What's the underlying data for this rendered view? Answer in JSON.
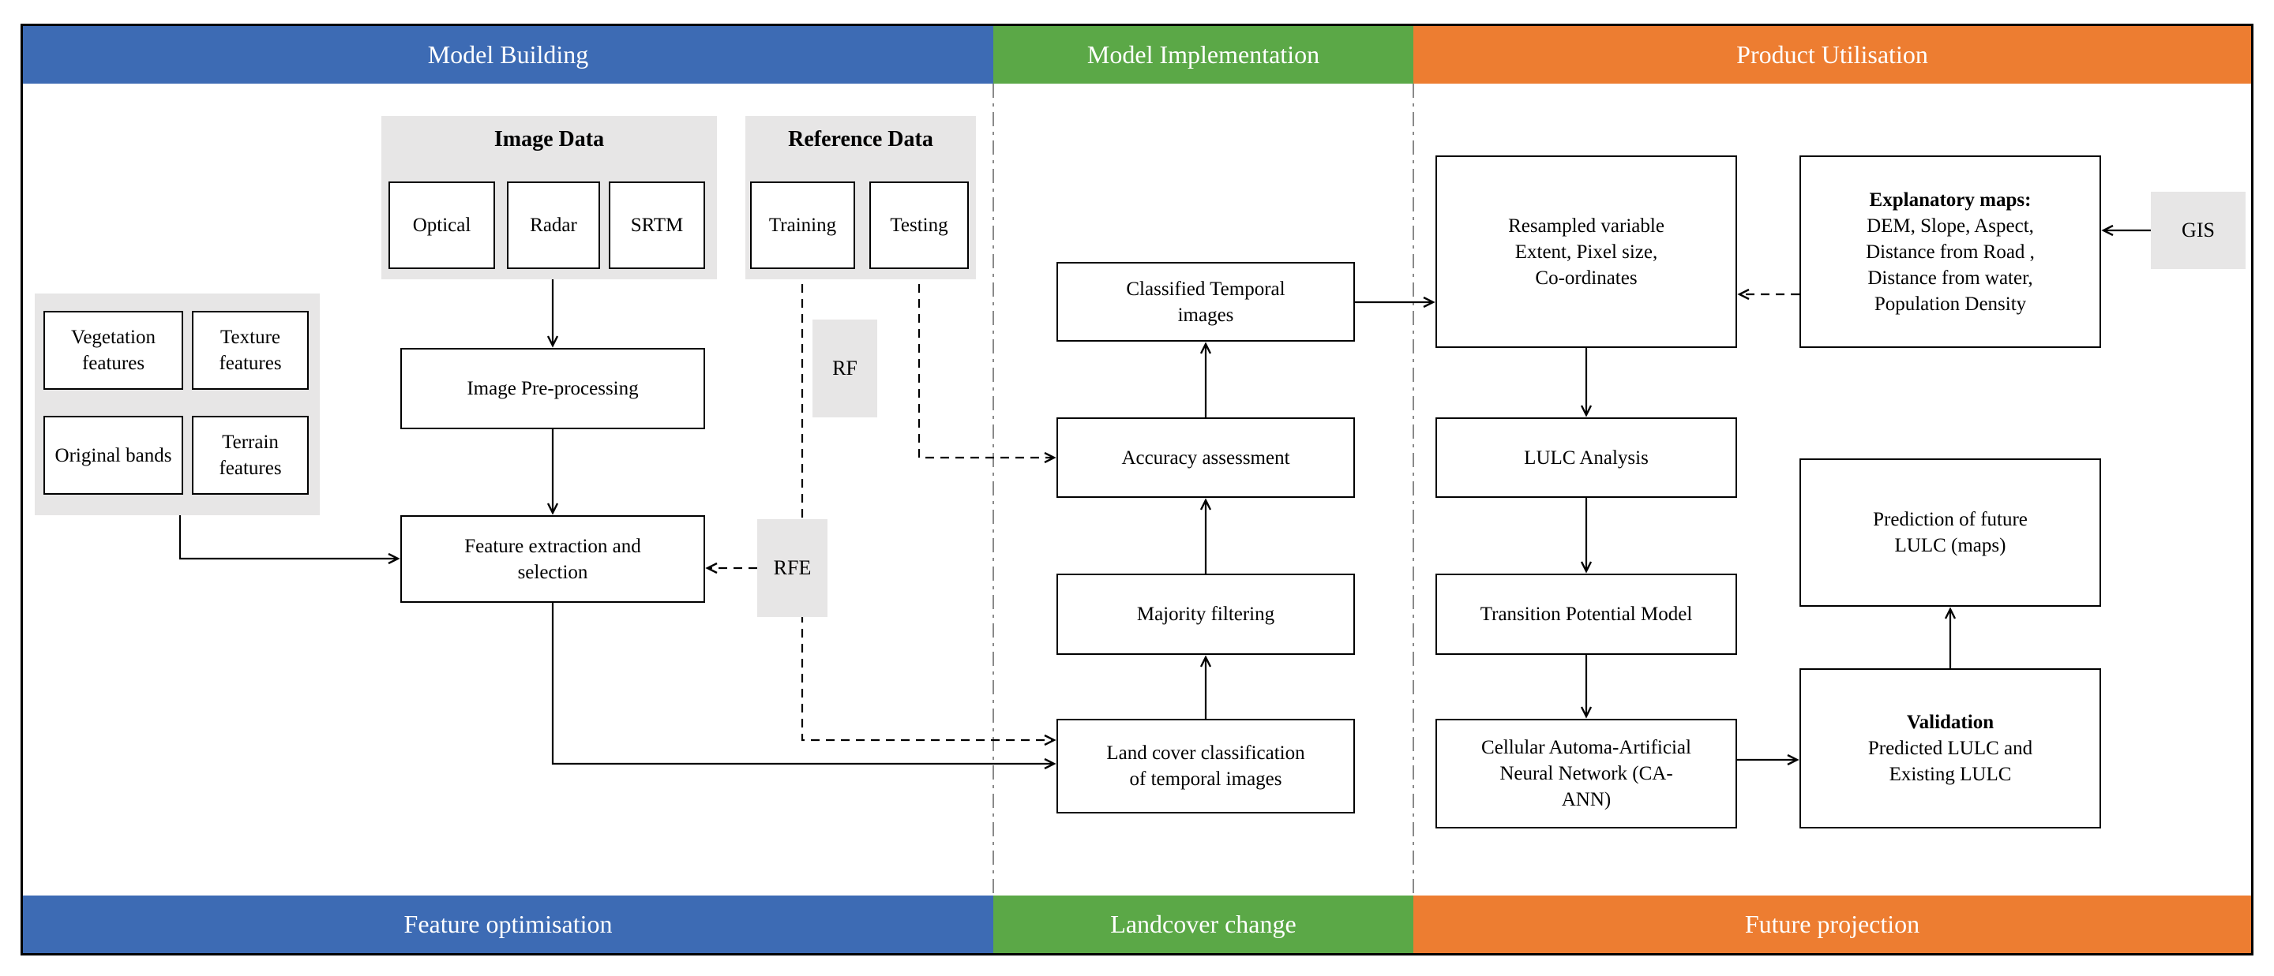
{
  "title_bars": {
    "top": [
      {
        "label": "Model Building",
        "color": "#3D6BB4"
      },
      {
        "label": "Model Implementation",
        "color": "#5BA847"
      },
      {
        "label": "Product Utilisation",
        "color": "#ED7D31"
      }
    ],
    "bottom": [
      {
        "label": "Feature optimisation",
        "color": "#3D6BB4"
      },
      {
        "label": "Landcover change",
        "color": "#5BA847"
      },
      {
        "label": "Future projection",
        "color": "#ED7D31"
      }
    ]
  },
  "colors": {
    "blue": "#3D6BB4",
    "green": "#5BA847",
    "orange": "#ED7D31",
    "group_gray": "#E7E6E6"
  },
  "model_building": {
    "image_data": {
      "title": "Image Data",
      "optical": "Optical",
      "radar": "Radar",
      "srtm": "SRTM"
    },
    "reference_data": {
      "title": "Reference Data",
      "training": "Training",
      "testing": "Testing"
    },
    "features": {
      "vegetation": "Vegetation features",
      "texture": "Texture features",
      "original": "Original bands",
      "terrain": "Terrain features"
    },
    "image_preprocessing": "Image Pre-processing",
    "feature_extraction": [
      "Feature extraction and",
      "selection"
    ],
    "rfe": "RFE",
    "rf": "RF"
  },
  "model_implementation": {
    "classified_temporal": [
      "Classified Temporal",
      "images"
    ],
    "accuracy_assessment": "Accuracy assessment",
    "majority_filtering": "Majority filtering",
    "land_cover_classification": [
      "Land cover classification",
      "of temporal images"
    ]
  },
  "product_utilisation": {
    "resampled_variable": [
      "Resampled variable",
      "Extent, Pixel size,",
      "Co-ordinates"
    ],
    "explanatory_maps": {
      "title": "Explanatory maps:",
      "lines": [
        "DEM, Slope, Aspect,",
        "Distance from Road ,",
        "Distance from water,",
        "Population Density"
      ]
    },
    "gis": "GIS",
    "lulc_analysis": "LULC Analysis",
    "transition_potential_model": "Transition Potential Model",
    "ca_ann": [
      "Cellular Automa-Artificial",
      "Neural Network (CA-",
      "ANN)"
    ],
    "prediction_future": [
      "Prediction of future",
      "LULC (maps)"
    ],
    "validation": {
      "title": "Validation",
      "lines": [
        "Predicted LULC and",
        "Existing LULC"
      ]
    }
  }
}
